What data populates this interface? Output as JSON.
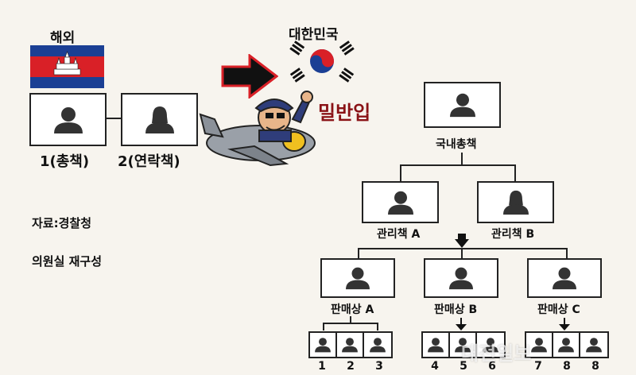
{
  "overseas": {
    "label": "해외",
    "flag": "cambodia-flag"
  },
  "korea": {
    "label": "대한민국",
    "flag": "korea-flag"
  },
  "smuggling_label": "밀반입",
  "roles": {
    "head": "1(총책)",
    "liaison": "2(연락책)",
    "domestic_head": "국내총책",
    "manager_a": "관리책 A",
    "manager_b": "관리책 B",
    "dealer_a": "판매상 A",
    "dealer_b": "판매상 B",
    "dealer_c": "판매상 C"
  },
  "source": "자료:경찰청",
  "reconstruction": "의원실 재구성",
  "buyer_numbers": [
    "1",
    "2",
    "3",
    "4",
    "5",
    "6",
    "7",
    "8",
    "8"
  ],
  "watermark": "대전일보",
  "colors": {
    "person": "#333333",
    "arrow": "#111111",
    "flag_red": "#d92027",
    "flag_blue": "#1b3f94"
  }
}
